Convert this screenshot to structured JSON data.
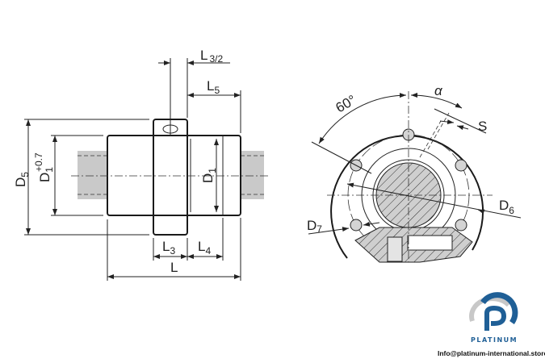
{
  "side_view": {
    "labels": {
      "l32": "L",
      "l32_sub": "3/2",
      "l5": "L",
      "l5_sub": "5",
      "d5": "D",
      "d5_sub": "5",
      "d1tol": "D",
      "d1tol_sub": "1",
      "d1tol_sup": "+0.7",
      "d1": "D",
      "d1_sub": "1",
      "l3": "L",
      "l3_sub": "3",
      "l4": "L",
      "l4_sub": "4",
      "l": "L"
    }
  },
  "front_view": {
    "labels": {
      "angle": "60°",
      "alpha": "α",
      "s": "S",
      "d6": "D",
      "d6_sub": "6",
      "d7": "D",
      "d7_sub": "7"
    }
  },
  "branding": {
    "logo_text": "PLATINUM",
    "email": "Info@platinum-international.store",
    "colors": {
      "primary": "#1f5f96",
      "secondary": "#c8c8c8"
    }
  }
}
